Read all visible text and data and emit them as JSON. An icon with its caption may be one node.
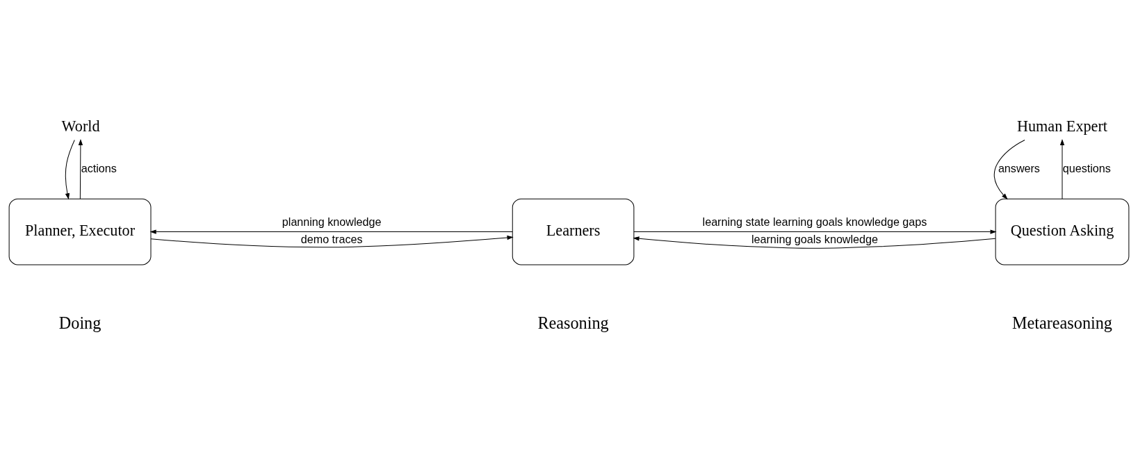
{
  "diagram": {
    "nodes": [
      {
        "text": [
          "World"
        ]
      },
      {
        "text": [
          "Planner, Executor"
        ]
      },
      {
        "text": [
          "Learners"
        ]
      },
      {
        "text": [
          "Question Asking"
        ]
      },
      {
        "text": [
          "Human Expert"
        ]
      }
    ],
    "edges": [
      {
        "from": 0,
        "to": 1,
        "arrow": "to"
      },
      {
        "from": 1,
        "to": 0,
        "arrow": "to",
        "label": "actions"
      },
      {
        "from": 2,
        "to": 1,
        "arrow": "to",
        "label": "planning knowledge"
      },
      {
        "from": 1,
        "to": 2,
        "arrow": "to",
        "label": "demo traces"
      },
      {
        "from": 3,
        "to": 2,
        "arrow": "to",
        "label": "learning goals knowledge"
      },
      {
        "from": 2,
        "to": 3,
        "arrow": "to",
        "label": "learning state learning goals knowledge gaps"
      },
      {
        "from": 4,
        "to": 3,
        "arrow": "to",
        "label": "answers"
      },
      {
        "from": 3,
        "to": 4,
        "arrow": "to",
        "label": "questions"
      }
    ],
    "labels": [
      "Doing",
      "Reasoning",
      "Metareasoning"
    ]
  }
}
